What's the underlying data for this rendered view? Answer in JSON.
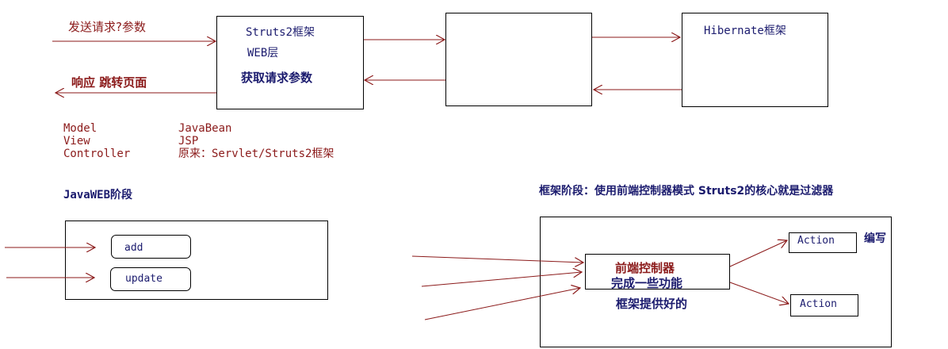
{
  "top_flow": {
    "request_label": "发送请求?参数",
    "response_label": "响应 跳转页面",
    "struts_box": {
      "title": "Struts2框架",
      "layer": "WEB层",
      "action": "获取请求参数"
    },
    "hibernate_box": {
      "title": "Hibernate框架"
    }
  },
  "mvc": {
    "rows": [
      {
        "term": "Model",
        "meaning": "JavaBean"
      },
      {
        "term": "View",
        "meaning": "JSP"
      },
      {
        "term": "Controller",
        "meaning": "原来：Servlet/Struts2框架"
      }
    ]
  },
  "javaweb": {
    "heading": "JavaWEB阶段",
    "buttons": [
      "add",
      "update"
    ]
  },
  "framework": {
    "heading": "框架阶段：使用前端控制器模式  Struts2的核心就是过滤器",
    "controller_title": "前端控制器",
    "controller_sub": "完成一些功能",
    "provided_note": "框架提供好的",
    "actions": [
      "Action",
      "Action"
    ],
    "write_note": "编写"
  },
  "colors": {
    "arrow": "#8b1a1a",
    "label_red": "#8b1a1a",
    "label_navy": "#1b1b6e",
    "box_stroke": "#000000"
  }
}
